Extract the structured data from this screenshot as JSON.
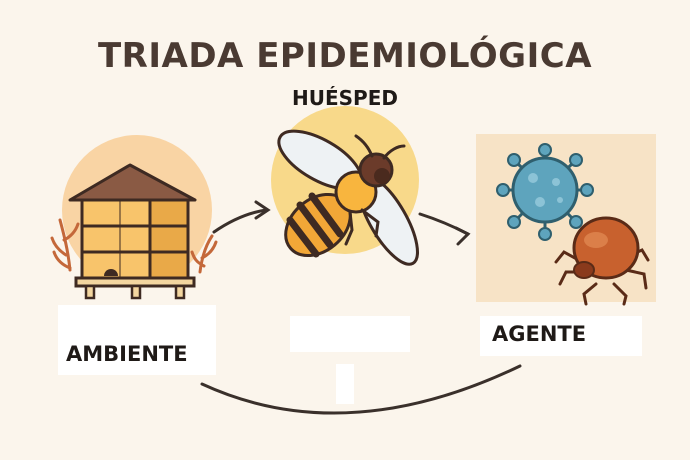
{
  "title": "TRIADA EPIDEMIOLÓGICA",
  "nodes": {
    "host": {
      "label": "HUÉSPED",
      "icon": "bee-icon"
    },
    "environment": {
      "label": "AMBIENTE",
      "icon": "beehive-icon"
    },
    "agent": {
      "label": "AGENTE",
      "icon": "virus-and-mite-icon"
    }
  },
  "colors": {
    "background": "#fbf5ec",
    "title": "#4a3a32",
    "arrow": "#3a302b",
    "sun_halo": "#f8d98a"
  }
}
